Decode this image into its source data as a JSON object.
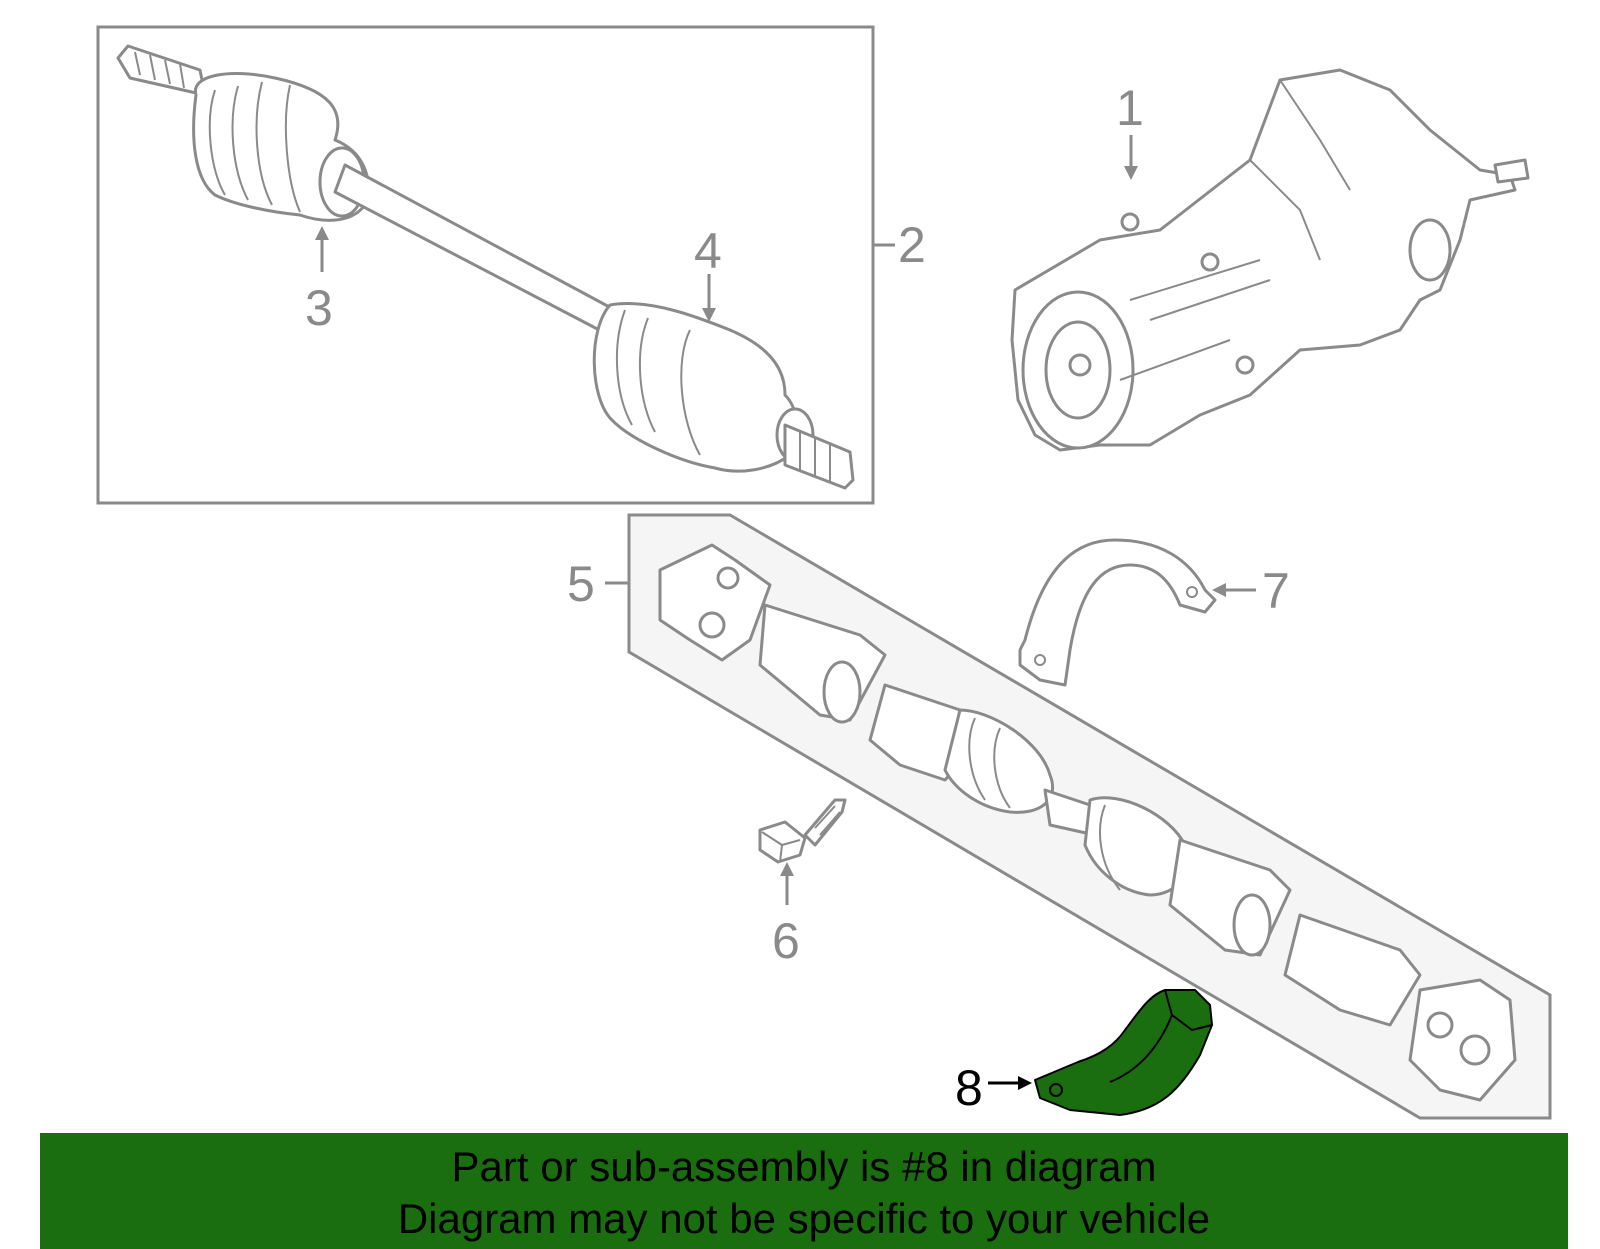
{
  "callouts": {
    "c1": "1",
    "c2": "2",
    "c3": "3",
    "c4": "4",
    "c5": "5",
    "c6": "6",
    "c7": "7",
    "c8": "8"
  },
  "highlight": {
    "part_number": "8",
    "color": "#1b6e10"
  },
  "banner": {
    "line1": "Part or sub-assembly is #8 in diagram",
    "line2": "Diagram may not be specific to your vehicle",
    "background": "#1b6e10"
  }
}
